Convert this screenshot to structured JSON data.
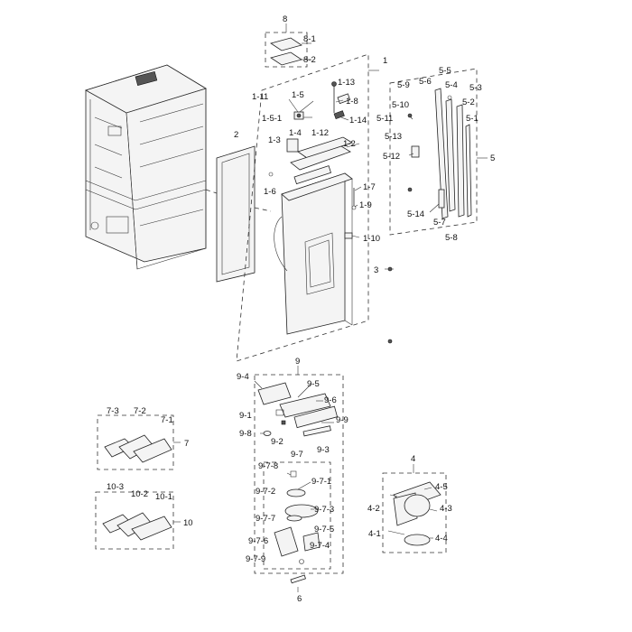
{
  "labels": {
    "l8": "8",
    "l8_1": "8-1",
    "l8_2": "8-2",
    "l1": "1",
    "l1_13": "1-13",
    "l1_11": "1-11",
    "l1_5": "1-5",
    "l1_8": "1-8",
    "l1_5_1": "1-5-1",
    "l1_14": "1-14",
    "l1_4": "1-4",
    "l1_12": "1-12",
    "l1_3": "1-3",
    "l1_2": "1-2",
    "l1_6": "1-6",
    "l1_7": "1-7",
    "l1_9": "1-9",
    "l1_10": "1-10",
    "l2": "2",
    "l3": "3",
    "l5": "5",
    "l5_9": "5-9",
    "l5_6": "5-6",
    "l5_5": "5-5",
    "l5_4": "5-4",
    "l5_3": "5-3",
    "l5_2": "5-2",
    "l5_10": "5-10",
    "l5_11": "5-11",
    "l5_1": "5-1",
    "l5_13": "5-13",
    "l5_12": "5-12",
    "l5_14": "5-14",
    "l5_7": "5-7",
    "l5_8": "5-8",
    "l9": "9",
    "l9_4": "9-4",
    "l9_5": "9-5",
    "l9_6": "9-6",
    "l9_1": "9-1",
    "l9_9": "9-9",
    "l9_8": "9-8",
    "l9_2": "9-2",
    "l9_3": "9-3",
    "l9_7": "9-7",
    "l9_7_8": "9-7-8",
    "l9_7_1": "9-7-1",
    "l9_7_2": "9-7-2",
    "l9_7_3": "9-7-3",
    "l9_7_7": "9-7-7",
    "l9_7_5": "9-7-5",
    "l9_7_6": "9-7-6",
    "l9_7_4": "9-7-4",
    "l9_7_9": "9-7-9",
    "l7": "7",
    "l7_3": "7-3",
    "l7_2": "7-2",
    "l7_1": "7-1",
    "l10": "10",
    "l10_3": "10-3",
    "l10_2": "10-2",
    "l10_1": "10-1",
    "l4": "4",
    "l4_5": "4-5",
    "l4_2": "4-2",
    "l4_3": "4-3",
    "l4_1": "4-1",
    "l4_4": "4-4",
    "l6": "6"
  }
}
